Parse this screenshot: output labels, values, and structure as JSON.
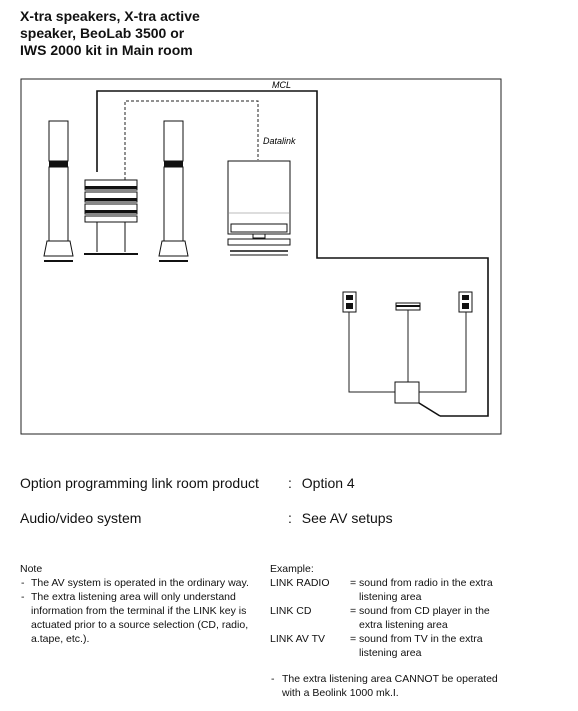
{
  "heading": "X-tra speakers, X-tra active\nspeaker, BeoLab 3500 or\nIWS 2000 kit in Main room",
  "diagram": {
    "mcl_label": "MCL",
    "datalink_label": "Datalink"
  },
  "options": [
    {
      "label": "Option programming link room product",
      "sep": ":",
      "value": "Option 4"
    },
    {
      "label": "Audio/video system",
      "sep": ":",
      "value": "See AV setups"
    }
  ],
  "note": {
    "title": "Note",
    "items": [
      "The AV system is operated in the ordinary way.",
      "The extra listening area will only understand information from the terminal if the LINK key is actuated prior to a source selection (CD, radio, a.tape, etc.)."
    ]
  },
  "example": {
    "title": "Example:",
    "rows": [
      {
        "key": "LINK RADIO",
        "value": "= sound from radio in the extra listening area"
      },
      {
        "key": "LINK CD",
        "value": "= sound from CD player in the extra listening area"
      },
      {
        "key": "LINK AV TV",
        "value": "= sound from TV in the extra listening area"
      }
    ],
    "footnote": "The extra listening area CANNOT be operated with a Beolink 1000 mk.I."
  }
}
